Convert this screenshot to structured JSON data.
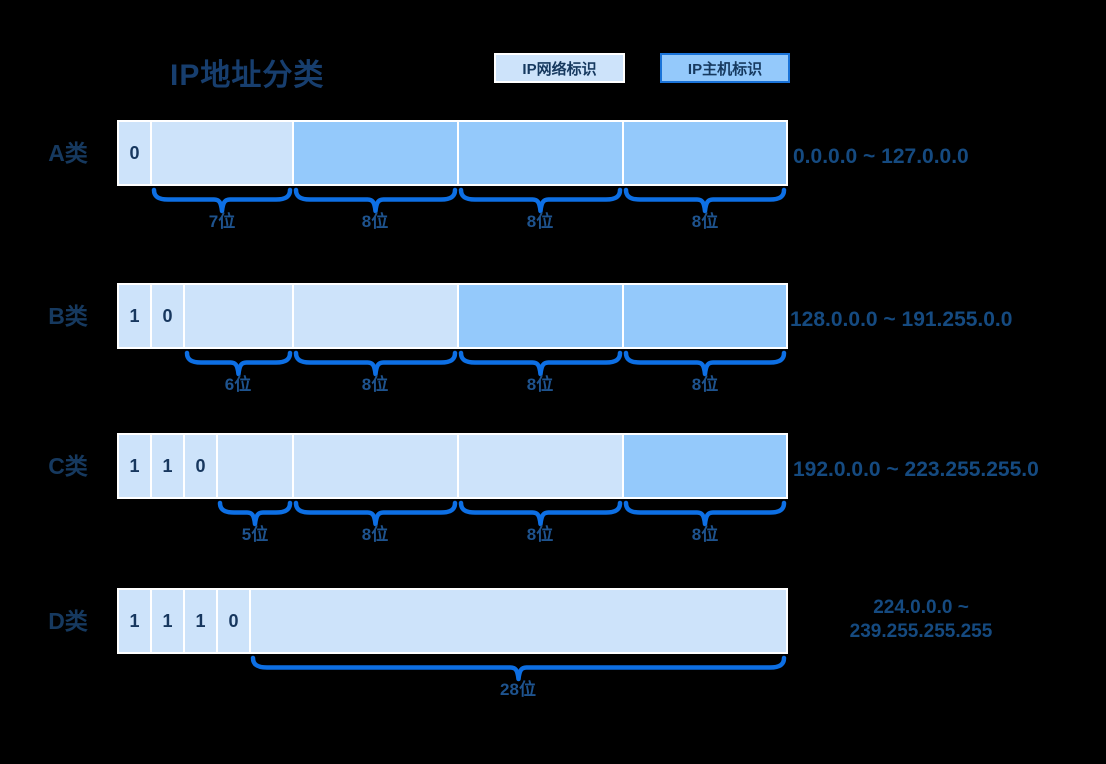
{
  "title": "IP地址分类",
  "legend": {
    "network": {
      "label": "IP网络标识"
    },
    "host": {
      "label": "IP主机标识"
    }
  },
  "colors": {
    "background": "#000000",
    "network_fill": "#cde3fa",
    "host_fill": "#94c9fb",
    "bar_border": "#ffffff",
    "legend_host_border": "#1a73d8",
    "brace": "#0d6fe4",
    "title_text": "#173e6e",
    "row_label_text": "#16395f",
    "bit_text": "#17375e",
    "segment_label_text": "#1e538e",
    "range_text": "#154a80"
  },
  "rows": [
    {
      "label": "A类",
      "bits": [
        "0"
      ],
      "segments": [
        {
          "label": "7位",
          "role": "network"
        },
        {
          "label": "8位",
          "role": "host"
        },
        {
          "label": "8位",
          "role": "host"
        },
        {
          "label": "8位",
          "role": "host"
        }
      ],
      "range": "0.0.0.0 ~ 127.0.0.0"
    },
    {
      "label": "B类",
      "bits": [
        "1",
        "0"
      ],
      "segments": [
        {
          "label": "6位",
          "role": "network"
        },
        {
          "label": "8位",
          "role": "network"
        },
        {
          "label": "8位",
          "role": "host"
        },
        {
          "label": "8位",
          "role": "host"
        }
      ],
      "range": "128.0.0.0 ~ 191.255.0.0"
    },
    {
      "label": "C类",
      "bits": [
        "1",
        "1",
        "0"
      ],
      "segments": [
        {
          "label": "5位",
          "role": "network"
        },
        {
          "label": "8位",
          "role": "network"
        },
        {
          "label": "8位",
          "role": "network"
        },
        {
          "label": "8位",
          "role": "host"
        }
      ],
      "range": "192.0.0.0 ~ 223.255.255.0"
    },
    {
      "label": "D类",
      "bits": [
        "1",
        "1",
        "1",
        "0"
      ],
      "segments": [
        {
          "label": "28位",
          "role": "network"
        }
      ],
      "range": "224.0.0.0 ~\n239.255.255.255"
    }
  ]
}
